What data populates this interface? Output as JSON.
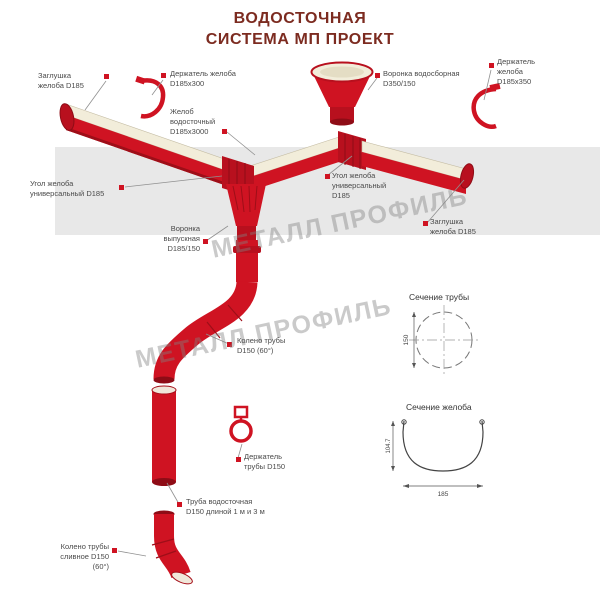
{
  "title": "ВОДОСТОЧНАЯ\nСИСТЕМА МП ПРОЕКТ",
  "watermark": "МЕТАЛЛ ПРОФИЛЬ",
  "labels": {
    "zagl_left": "Заглушка\nжелоба D185",
    "derzh_300": "Держатель желоба\nD185х300",
    "voronka_vodosb": "Воронка водосборная\nD350/150",
    "derzh_350": "Держатель\nжелоба\nD185х350",
    "zhelob": "Желоб\nводосточный\nD185х3000",
    "ugol_left": "Угол желоба\nуниверсальный D185",
    "ugol_right": "Угол желоба\nуниверсальный\nD185",
    "zagl_right": "Заглушка\nжелоба D185",
    "voronka_vypusk": "Воронка\nвыпускная\nD185/150",
    "koleno": "Колено трубы\nD150 (60°)",
    "derzhatel_truby": "Держатель\nтрубы D150",
    "truba": "Труба водосточная\nD150 длиной 1 м и 3 м",
    "koleno_slivnoe": "Колено трубы\nсливное D150 (60°)"
  },
  "sections": {
    "pipe": {
      "title": "Сечение трубы",
      "diameter": "150"
    },
    "gutter": {
      "title": "Сечение желоба",
      "height": "104.7",
      "width": "185"
    }
  },
  "colors": {
    "red": "#cf1322",
    "dark_red": "#9e0e18",
    "cream": "#f2edda",
    "band_gray": "#e8e8e8",
    "title_color": "#7c2b20"
  }
}
